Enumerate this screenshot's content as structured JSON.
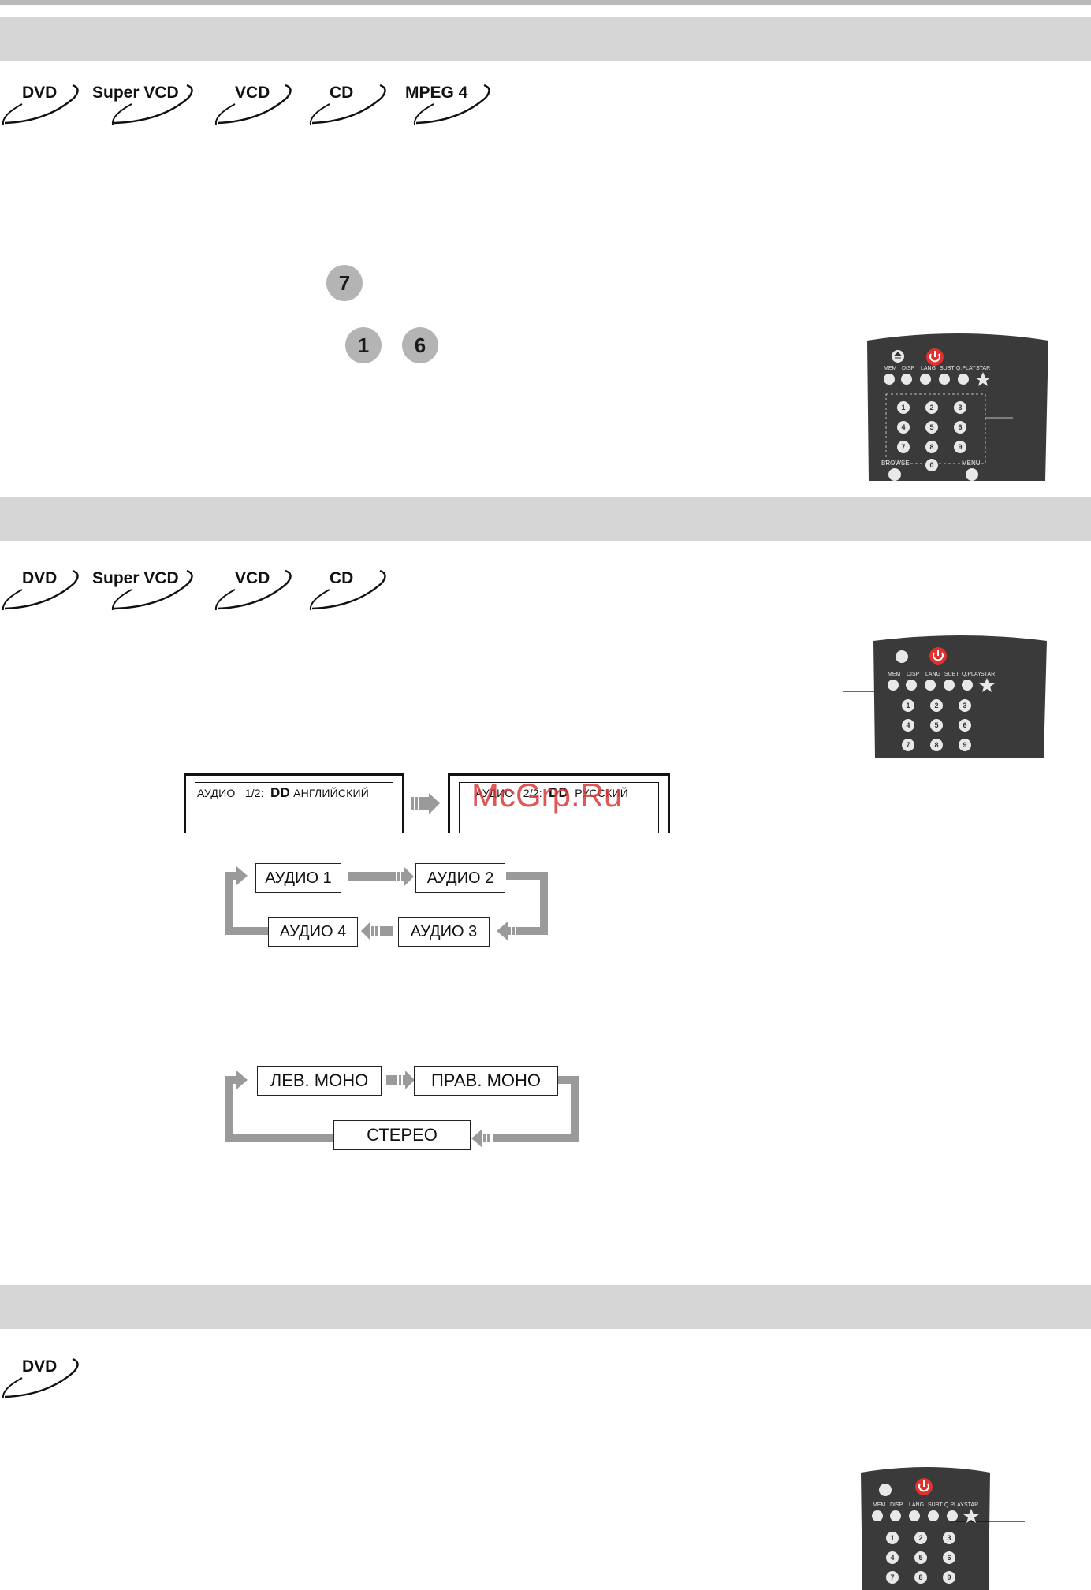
{
  "badges_section1": [
    "DVD",
    "Super VCD",
    "VCD",
    "CD",
    "MPEG  4"
  ],
  "badges_section2": [
    "DVD",
    "Super VCD",
    "VCD",
    "CD"
  ],
  "badges_section3": [
    "DVD"
  ],
  "circle_buttons": [
    "7",
    "1",
    "6"
  ],
  "osd_screens": {
    "first": {
      "label": "АУДИО",
      "track": "1/2:",
      "logo": "DD",
      "language": "АНГЛИЙСКИЙ"
    },
    "second": {
      "label": "АУДИО",
      "track": "2/2:",
      "logo": "DD",
      "language": "РУССКИЙ"
    }
  },
  "audio_cycle": [
    "АУДИО 1",
    "АУДИО 2",
    "АУДИО 3",
    "АУДИО 4"
  ],
  "channel_cycle": [
    "ЛЕВ. МОНО",
    "ПРАВ. МОНО",
    "СТЕРЕО"
  ],
  "remote": {
    "top_labels": [
      "MEM",
      "DISP",
      "LANG",
      "SUBT",
      "Q.PLAY",
      "STAR"
    ],
    "digits": [
      "1",
      "2",
      "3",
      "4",
      "5",
      "6",
      "7",
      "8",
      "9",
      "0"
    ],
    "browse_label": "BROWSE",
    "menu_label": "MENU"
  },
  "watermark": "McGrp.Ru",
  "colors": {
    "band": "#d6d6d6",
    "remote_body": "#3a3a3a",
    "power": "#e0312f",
    "arrow": "#9a9a9a"
  }
}
